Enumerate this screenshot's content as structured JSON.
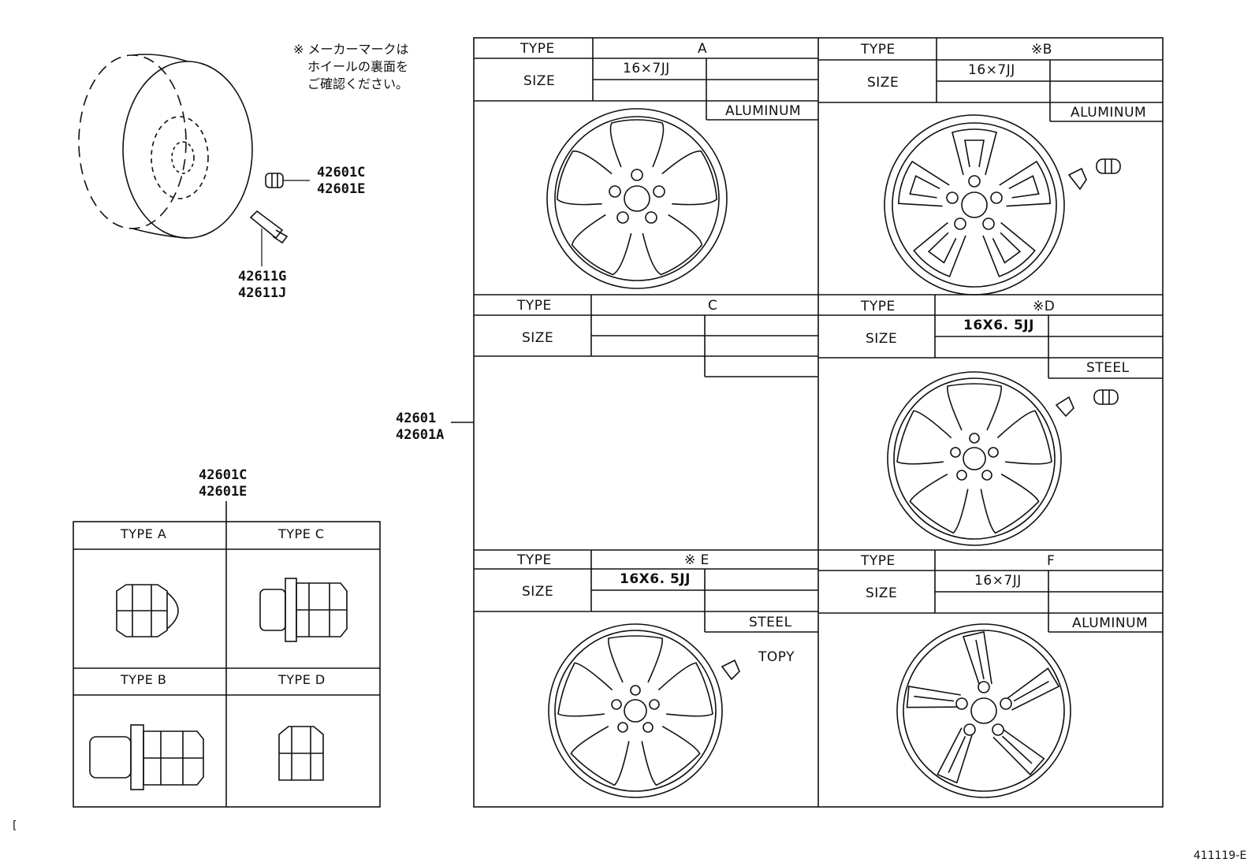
{
  "note": {
    "line1": "※ メーカーマークは",
    "line2": "ホイールの裏面を",
    "line3": "ご確認ください。"
  },
  "parts": {
    "nut_a": "42601C",
    "nut_b": "42601E",
    "valve_a": "42611G",
    "valve_b": "42611J",
    "wheel_a": "42601",
    "wheel_b": "42601A",
    "nut_table_a": "42601C",
    "nut_table_b": "42601E"
  },
  "wheel_table": {
    "type_label": "TYPE",
    "size_label": "SIZE",
    "panels": [
      {
        "type": "A",
        "size": "16×7JJ",
        "material": "ALUMINUM",
        "brand": ""
      },
      {
        "type": "※B",
        "size": "16×7JJ",
        "material": "ALUMINUM",
        "brand": ""
      },
      {
        "type": "C",
        "size": "",
        "material": "",
        "brand": ""
      },
      {
        "type": "※D",
        "size": "16X6. 5JJ",
        "material": "STEEL",
        "brand": ""
      },
      {
        "type": "※ E",
        "size": "16X6. 5JJ",
        "material": "STEEL",
        "brand": "TOPY"
      },
      {
        "type": "F",
        "size": "16×7JJ",
        "material": "ALUMINUM",
        "brand": ""
      }
    ]
  },
  "nut_table": {
    "cells": [
      "TYPE  A",
      "TYPE  C",
      "TYPE  B",
      "TYPE  D"
    ]
  },
  "catalog_number": "411119-E",
  "corner_mark": "["
}
